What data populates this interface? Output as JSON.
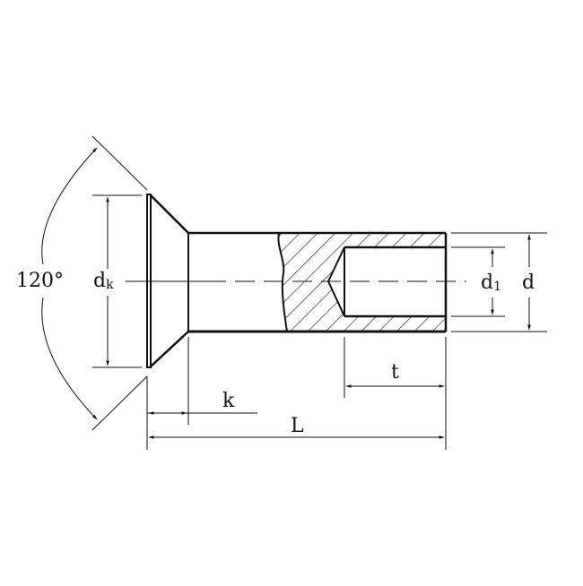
{
  "diagram": {
    "subject": "countersunk semi-tubular rivet",
    "colors": {
      "line": "#111111",
      "background": "#ffffff"
    },
    "labels": {
      "angle": "120°",
      "head_diameter": {
        "main": "d",
        "sub": "k"
      },
      "hole_diameter": {
        "main": "d",
        "sub": "1"
      },
      "shank_diameter": "d",
      "head_height": "k",
      "hole_depth": "t",
      "length": "L"
    }
  }
}
